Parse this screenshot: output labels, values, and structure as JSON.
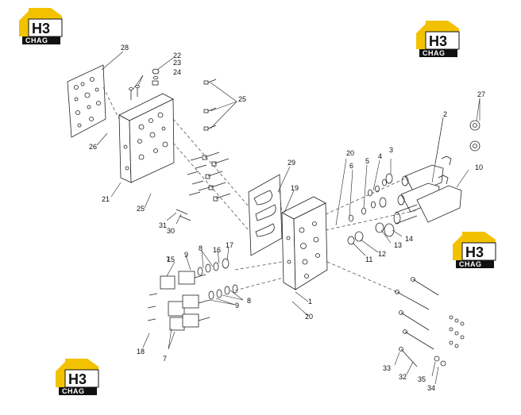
{
  "logo": {
    "mark": "H3",
    "sub": "CHAG",
    "color_accent": "#f2c200",
    "color_dark": "#111111"
  },
  "callouts": [
    "1",
    "2",
    "3",
    "4",
    "5",
    "6",
    "7",
    "8",
    "9",
    "10",
    "11",
    "12",
    "13",
    "14",
    "15",
    "16",
    "17",
    "18",
    "19",
    "20",
    "21",
    "22",
    "23",
    "24",
    "25",
    "26",
    "27",
    "28",
    "29",
    "30",
    "31",
    "32",
    "33",
    "34",
    "35"
  ],
  "line_color": "#222222"
}
